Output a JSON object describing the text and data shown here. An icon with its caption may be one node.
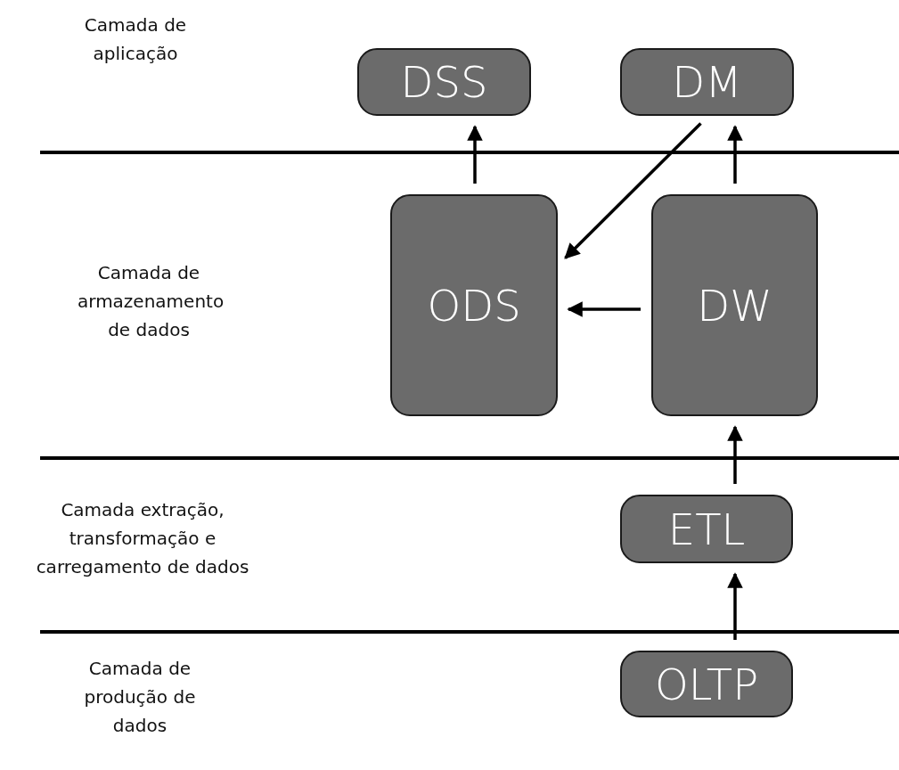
{
  "diagram": {
    "nodes": [
      {
        "text": [
          "DSS"
        ]
      },
      {
        "text": [
          "DM"
        ]
      },
      {
        "text": [
          "ODS"
        ]
      },
      {
        "text": [
          "DW"
        ]
      },
      {
        "text": [
          "ETL"
        ]
      },
      {
        "text": [
          "OLTP"
        ]
      }
    ],
    "edges": [
      {
        "from": 2,
        "to": 0,
        "arrow": "to"
      },
      {
        "from": 3,
        "to": 1,
        "arrow": "to"
      },
      {
        "from": 1,
        "to": 2,
        "arrow": "to"
      },
      {
        "from": 3,
        "to": 2,
        "arrow": "to"
      },
      {
        "from": 4,
        "to": 3,
        "arrow": "to"
      },
      {
        "from": 5,
        "to": 4,
        "arrow": "to"
      }
    ],
    "labels": [
      "Camada de aplicação",
      "Camada de armazenamento de dados",
      "Camada extração, transformação e carregamento de dados",
      "Camada de produção de dados"
    ]
  }
}
